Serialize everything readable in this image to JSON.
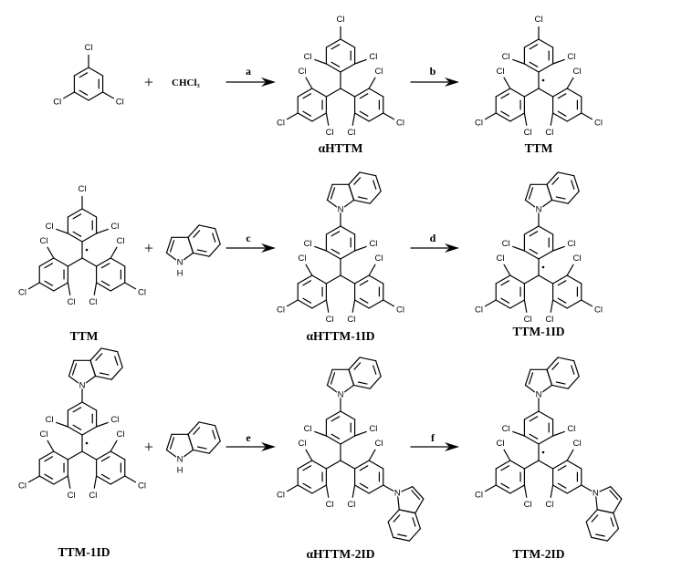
{
  "atoms": {
    "cl": "Cl",
    "n": "N",
    "h": "H"
  },
  "plus": "+",
  "reagent": "CHCl₃",
  "steps": [
    "a",
    "b",
    "c",
    "d",
    "e",
    "f"
  ],
  "compounds": [
    "αHTTM",
    "TTM",
    "TTM",
    "αHTTM-1ID",
    "TTM-1ID",
    "TTM-1ID",
    "αHTTM-2ID",
    "TTM-2ID"
  ]
}
